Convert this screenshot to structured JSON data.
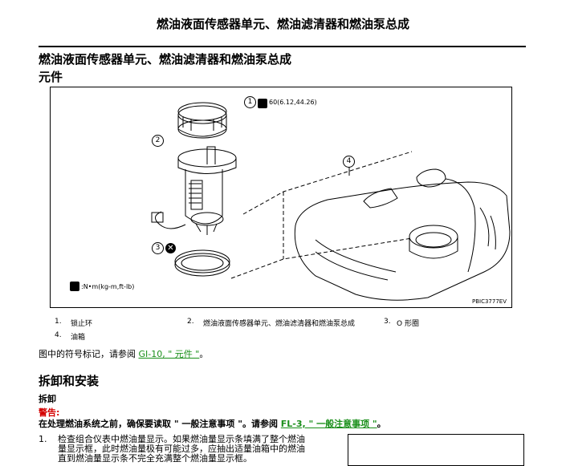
{
  "page": {
    "header_title": "燃油液面传感器单元、燃油滤清器和燃油泵总成",
    "section_title": "燃油液面传感器单元、燃油滤清器和燃油泵总成",
    "subsection_title": "元件"
  },
  "figure": {
    "callouts": [
      "1",
      "2",
      "3",
      "4"
    ],
    "torque_spec": "60(6.12,44.26)",
    "torque_units": ":N•m(kg-m,ft-lb)",
    "figure_id": "PBIC3777EV",
    "icons": [
      "torque-wrench-icon",
      "do-not-reuse-icon"
    ]
  },
  "legend": [
    {
      "num": "1.",
      "label": "锁止环"
    },
    {
      "num": "2.",
      "label": "燃油液面传感器单元、燃油滤清器和燃油泵总成"
    },
    {
      "num": "3.",
      "label": "O 形圈"
    },
    {
      "num": "4.",
      "label": "油箱"
    }
  ],
  "symbol_ref": {
    "prefix": "图中的符号标记，请参阅 ",
    "link": "GI-10, \" 元件 \"",
    "suffix": "。"
  },
  "removal": {
    "heading": "拆卸和安装",
    "subheading": "拆卸",
    "warning_label": "警告:",
    "warning_text_prefix": "在处理燃油系统之前，确保要读取 \" 一般注意事项 \"。请参阅 ",
    "warning_link": "FL-3, \" 一般注意事项 \"",
    "warning_text_suffix": "。",
    "step_num": "1.",
    "step_lines": [
      "检查组合仪表中燃油量显示。如果燃油量显示条填满了整个燃油",
      "量显示框，此时燃油量极有可能过多，应抽出适量油箱中的燃油",
      "直到燃油量显示条不完全充满整个燃油量显示框。"
    ]
  }
}
